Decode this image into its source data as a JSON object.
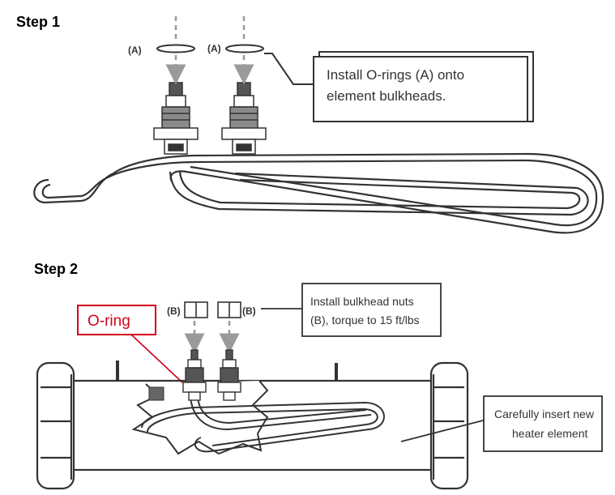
{
  "step1": {
    "title": "Step 1",
    "label_a1": "(A)",
    "label_a2": "(A)",
    "callout_line1": "Install O-rings (A) onto",
    "callout_line2": "element bulkheads."
  },
  "step2": {
    "title": "Step 2",
    "label_b1": "(B)",
    "label_b2": "(B)",
    "callout_top_line1": "Install bulkhead nuts",
    "callout_top_line2": "(B), torque to 15 ft/lbs",
    "oring_label": "O-ring",
    "callout_side_line1": "Carefully insert new",
    "callout_side_line2": "heater element"
  },
  "colors": {
    "line": "#333333",
    "arrow": "#9a9a9a",
    "oring_red": "#d0021b"
  }
}
